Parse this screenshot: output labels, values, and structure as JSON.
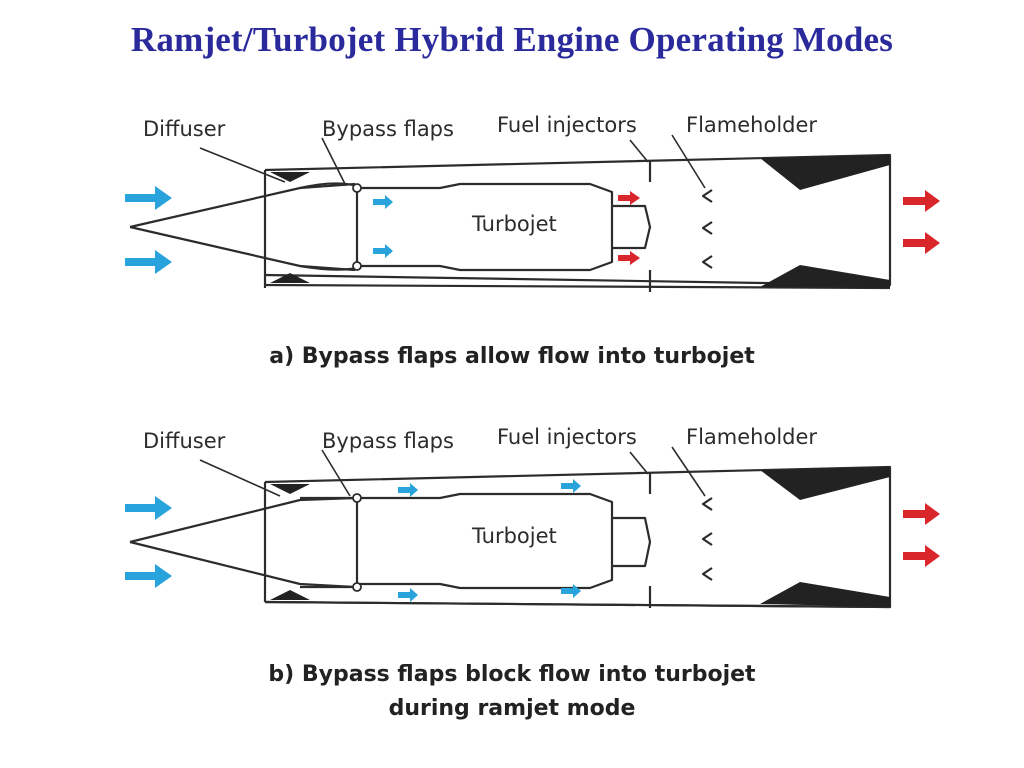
{
  "title": "Ramjet/Turbojet Hybrid Engine Operating Modes",
  "colors": {
    "title": "#2a2a9c",
    "inlet_arrow": "#29a3dc",
    "exhaust_arrow": "#d9262b",
    "outline": "#2c2c2c"
  },
  "diagram_a": {
    "labels": {
      "diffuser": "Diffuser",
      "bypass_flaps": "Bypass flaps",
      "fuel_injectors": "Fuel injectors",
      "flameholder": "Flameholder",
      "turbojet": "Turbojet"
    },
    "caption_lines": [
      "a) Bypass flaps allow flow into turbojet"
    ]
  },
  "diagram_b": {
    "labels": {
      "diffuser": "Diffuser",
      "bypass_flaps": "Bypass flaps",
      "fuel_injectors": "Fuel injectors",
      "flameholder": "Flameholder",
      "turbojet": "Turbojet"
    },
    "caption_lines": [
      "b) Bypass flaps block flow into turbojet",
      "during ramjet mode"
    ]
  }
}
